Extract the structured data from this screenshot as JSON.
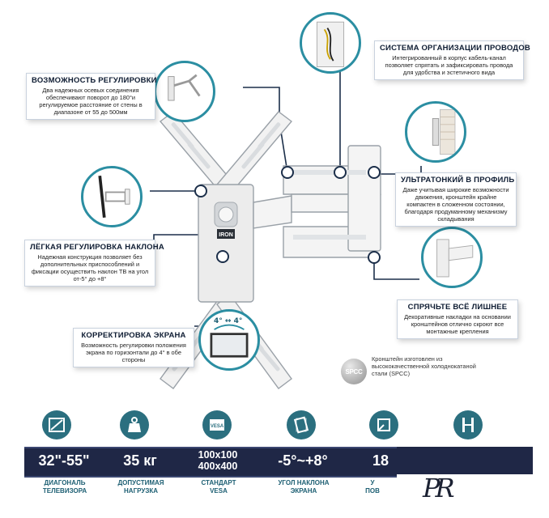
{
  "callouts": {
    "adjust": {
      "title": "ВОЗМОЖНОСТЬ РЕГУЛИРОВКИ",
      "desc": "Два надежных осевых соединения обеспечивают поворот до 180°и регулируемое расстояние от стены в диапазоне от 55 до 500мм"
    },
    "cables": {
      "title": "СИСТЕМА ОРГАНИЗАЦИИ ПРОВОДОВ",
      "desc": "Интегрированный в корпус кабель-канал позволяет спрятать и зафиксировать провода для удобства и эстетичного вида"
    },
    "ultrathin": {
      "title": "УЛЬТРАТОНКИЙ В ПРОФИЛЬ",
      "desc": "Даже учитывая широкие возможности движения, кронштейн крайне компактен в сложенном состоянии, благодаря продуманному механизму складывания"
    },
    "tilt": {
      "title": "ЛЁГКАЯ РЕГУЛИРОВКА НАКЛОНА",
      "desc": "Надежная конструкция позволяет без дополнительных приспособлений и фиксации осуществить наклон ТВ на угол от-5° до +8°"
    },
    "hide": {
      "title": "СПРЯЧЬТЕ ВСЁ ЛИШНЕЕ",
      "desc": "Декоративные накладки на основании кронштейнов отлично скроют все монтажные крепления"
    },
    "screen": {
      "title": "КОРРЕКТИРОВКА ЭКРАНА",
      "desc": "Возможность регулировки положения экрана по горизонтали до 4° в обе стороны"
    }
  },
  "screen_badge": "4° ↔ 4°",
  "bracket_brand": "IRON",
  "spcc": {
    "logo": "SPCC",
    "text": "Кронштейн изготовлен из высококачественной холоднокатаной стали (SPCC)"
  },
  "icons": [
    "diagonal-icon",
    "weight-icon",
    "vesa-icon",
    "tilt-angle-icon",
    "rotation-icon",
    "distance-icon"
  ],
  "specs": [
    {
      "value": "32\"-55\"",
      "label1": "ДИАГОНАЛЬ",
      "label2": "ТЕЛЕВИЗОРА"
    },
    {
      "value": "35 кг",
      "label1": "ДОПУСТИМАЯ",
      "label2": "НАГРУЗКА"
    },
    {
      "value1": "100x100",
      "value2": "400x400",
      "label1": "СТАНДАРТ",
      "label2": "VESA"
    },
    {
      "value": "-5°~+8°",
      "label1": "УГОЛ НАКЛОНА",
      "label2": "ЭКРАНА"
    },
    {
      "value": "18",
      "label1": "У",
      "label2": "ПОВ"
    }
  ],
  "vesa_icon_text": "VESA",
  "watermark": "PR",
  "colors": {
    "bar": "#1f2746",
    "teal": "#2b6f7f",
    "accent_label": "#1d5f73",
    "thumb_border": "#2b8ea2"
  }
}
